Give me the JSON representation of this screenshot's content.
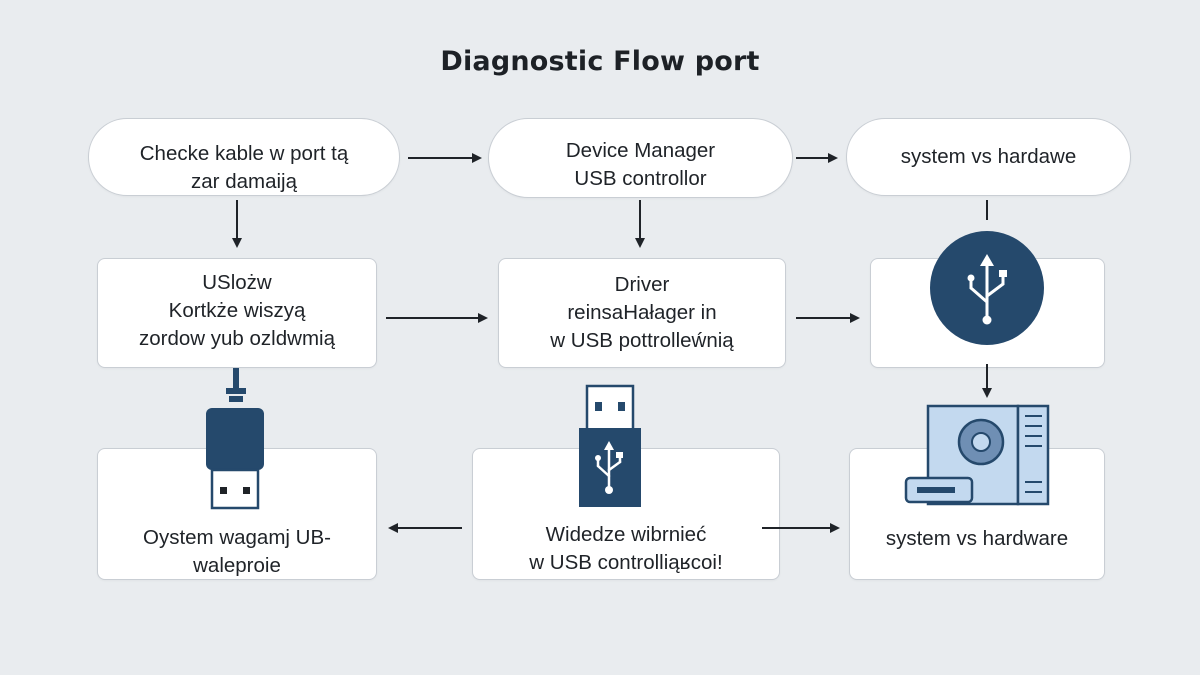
{
  "title": "Diagnostic Flow port",
  "nodes": {
    "check_cable": {
      "lines": [
        "Checke kable w port tą",
        "zar damaiją"
      ]
    },
    "device_manager": {
      "lines": [
        "Device Manager",
        "USB controllor"
      ]
    },
    "system_vs_hardawe": {
      "lines": [
        "system vs hardawe"
      ]
    },
    "usloz": {
      "lines": [
        "USlożw",
        "Kortkże wiszyą",
        "zordow yub ozldwmią"
      ]
    },
    "driver": {
      "lines": [
        "Driver",
        "reinsaHałager in",
        "w USB pottrolleẃnią"
      ]
    },
    "usb_icon_box": {
      "lines": []
    },
    "oystem": {
      "lines": [
        "Oystem wagamj UB-",
        "waleproie"
      ]
    },
    "widedze": {
      "lines": [
        "Widedze wibrnieć",
        "w USB controlliąʁcoi!"
      ]
    },
    "system_vs_hardware": {
      "lines": [
        "system vs hardware"
      ]
    }
  },
  "icons": {
    "usb_symbol_circle": "usb-symbol-icon",
    "usb_cable_plug": "usb-cable-plug-icon",
    "usb_flash_drive": "usb-flash-drive-icon",
    "computer_hardware": "computer-hardware-icon"
  },
  "colors": {
    "background": "#e9ecef",
    "node_fill": "#ffffff",
    "node_border": "#c9ced4",
    "arrow": "#1f2328",
    "icon_navy": "#25496c",
    "icon_light_blue": "#c3d9ef",
    "icon_mid_blue": "#6f8fb4"
  }
}
